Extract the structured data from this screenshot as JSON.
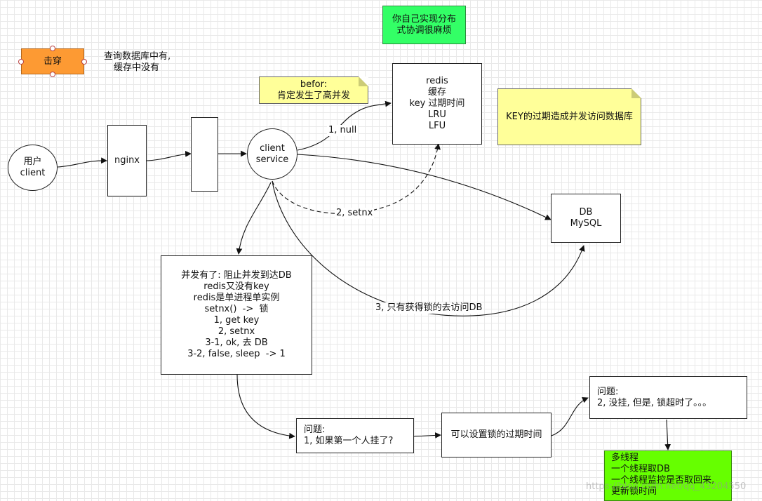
{
  "colors": {
    "penetration_fill": "#fd9a33",
    "green_fill": "#33ff66",
    "note_fill": "#ffff99",
    "bright_green_fill": "#66ff00"
  },
  "nodes": {
    "penetration": "击穿",
    "penetration_desc": [
      "查询数据库中有,",
      "缓存中没有"
    ],
    "self_impl": [
      "你自己实现分布",
      "式协调很麻烦"
    ],
    "before_note": [
      "befor:",
      "肯定发生了高并发"
    ],
    "redis": [
      "redis",
      "缓存",
      "",
      "key 过期时间",
      "",
      "LRU",
      "LFU"
    ],
    "key_note": "KEY的过期造成并发访问数据库",
    "user_client": [
      "用户",
      "client"
    ],
    "nginx": "nginx",
    "client_service": [
      "client",
      "service"
    ],
    "db": [
      "DB",
      "MySQL"
    ],
    "concurrency": [
      "并发有了: 阻止并发到达DB",
      "redis又没有key",
      "",
      "redis是单进程单实例",
      "",
      "setnx()  ->  锁",
      "1, get key",
      "2, setnx",
      "3-1, ok, 去 DB",
      "3-2, false, sleep  -> 1"
    ],
    "question1": [
      "问题:",
      "1, 如果第一个人挂了?"
    ],
    "expire": "可以设置锁的过期时间",
    "question2": [
      "问题:",
      "2, 没挂, 但是, 锁超时了。。。"
    ],
    "multithread": [
      "多线程",
      "一个线程取DB",
      "一个线程监控是否取回来,",
      "更新锁时间"
    ]
  },
  "edges": {
    "e1": "1, null",
    "e2": "2, setnx",
    "e3": "3, 只有获得锁的去访问DB"
  },
  "watermark": "https://blog.csdn.net/qq_43204550"
}
